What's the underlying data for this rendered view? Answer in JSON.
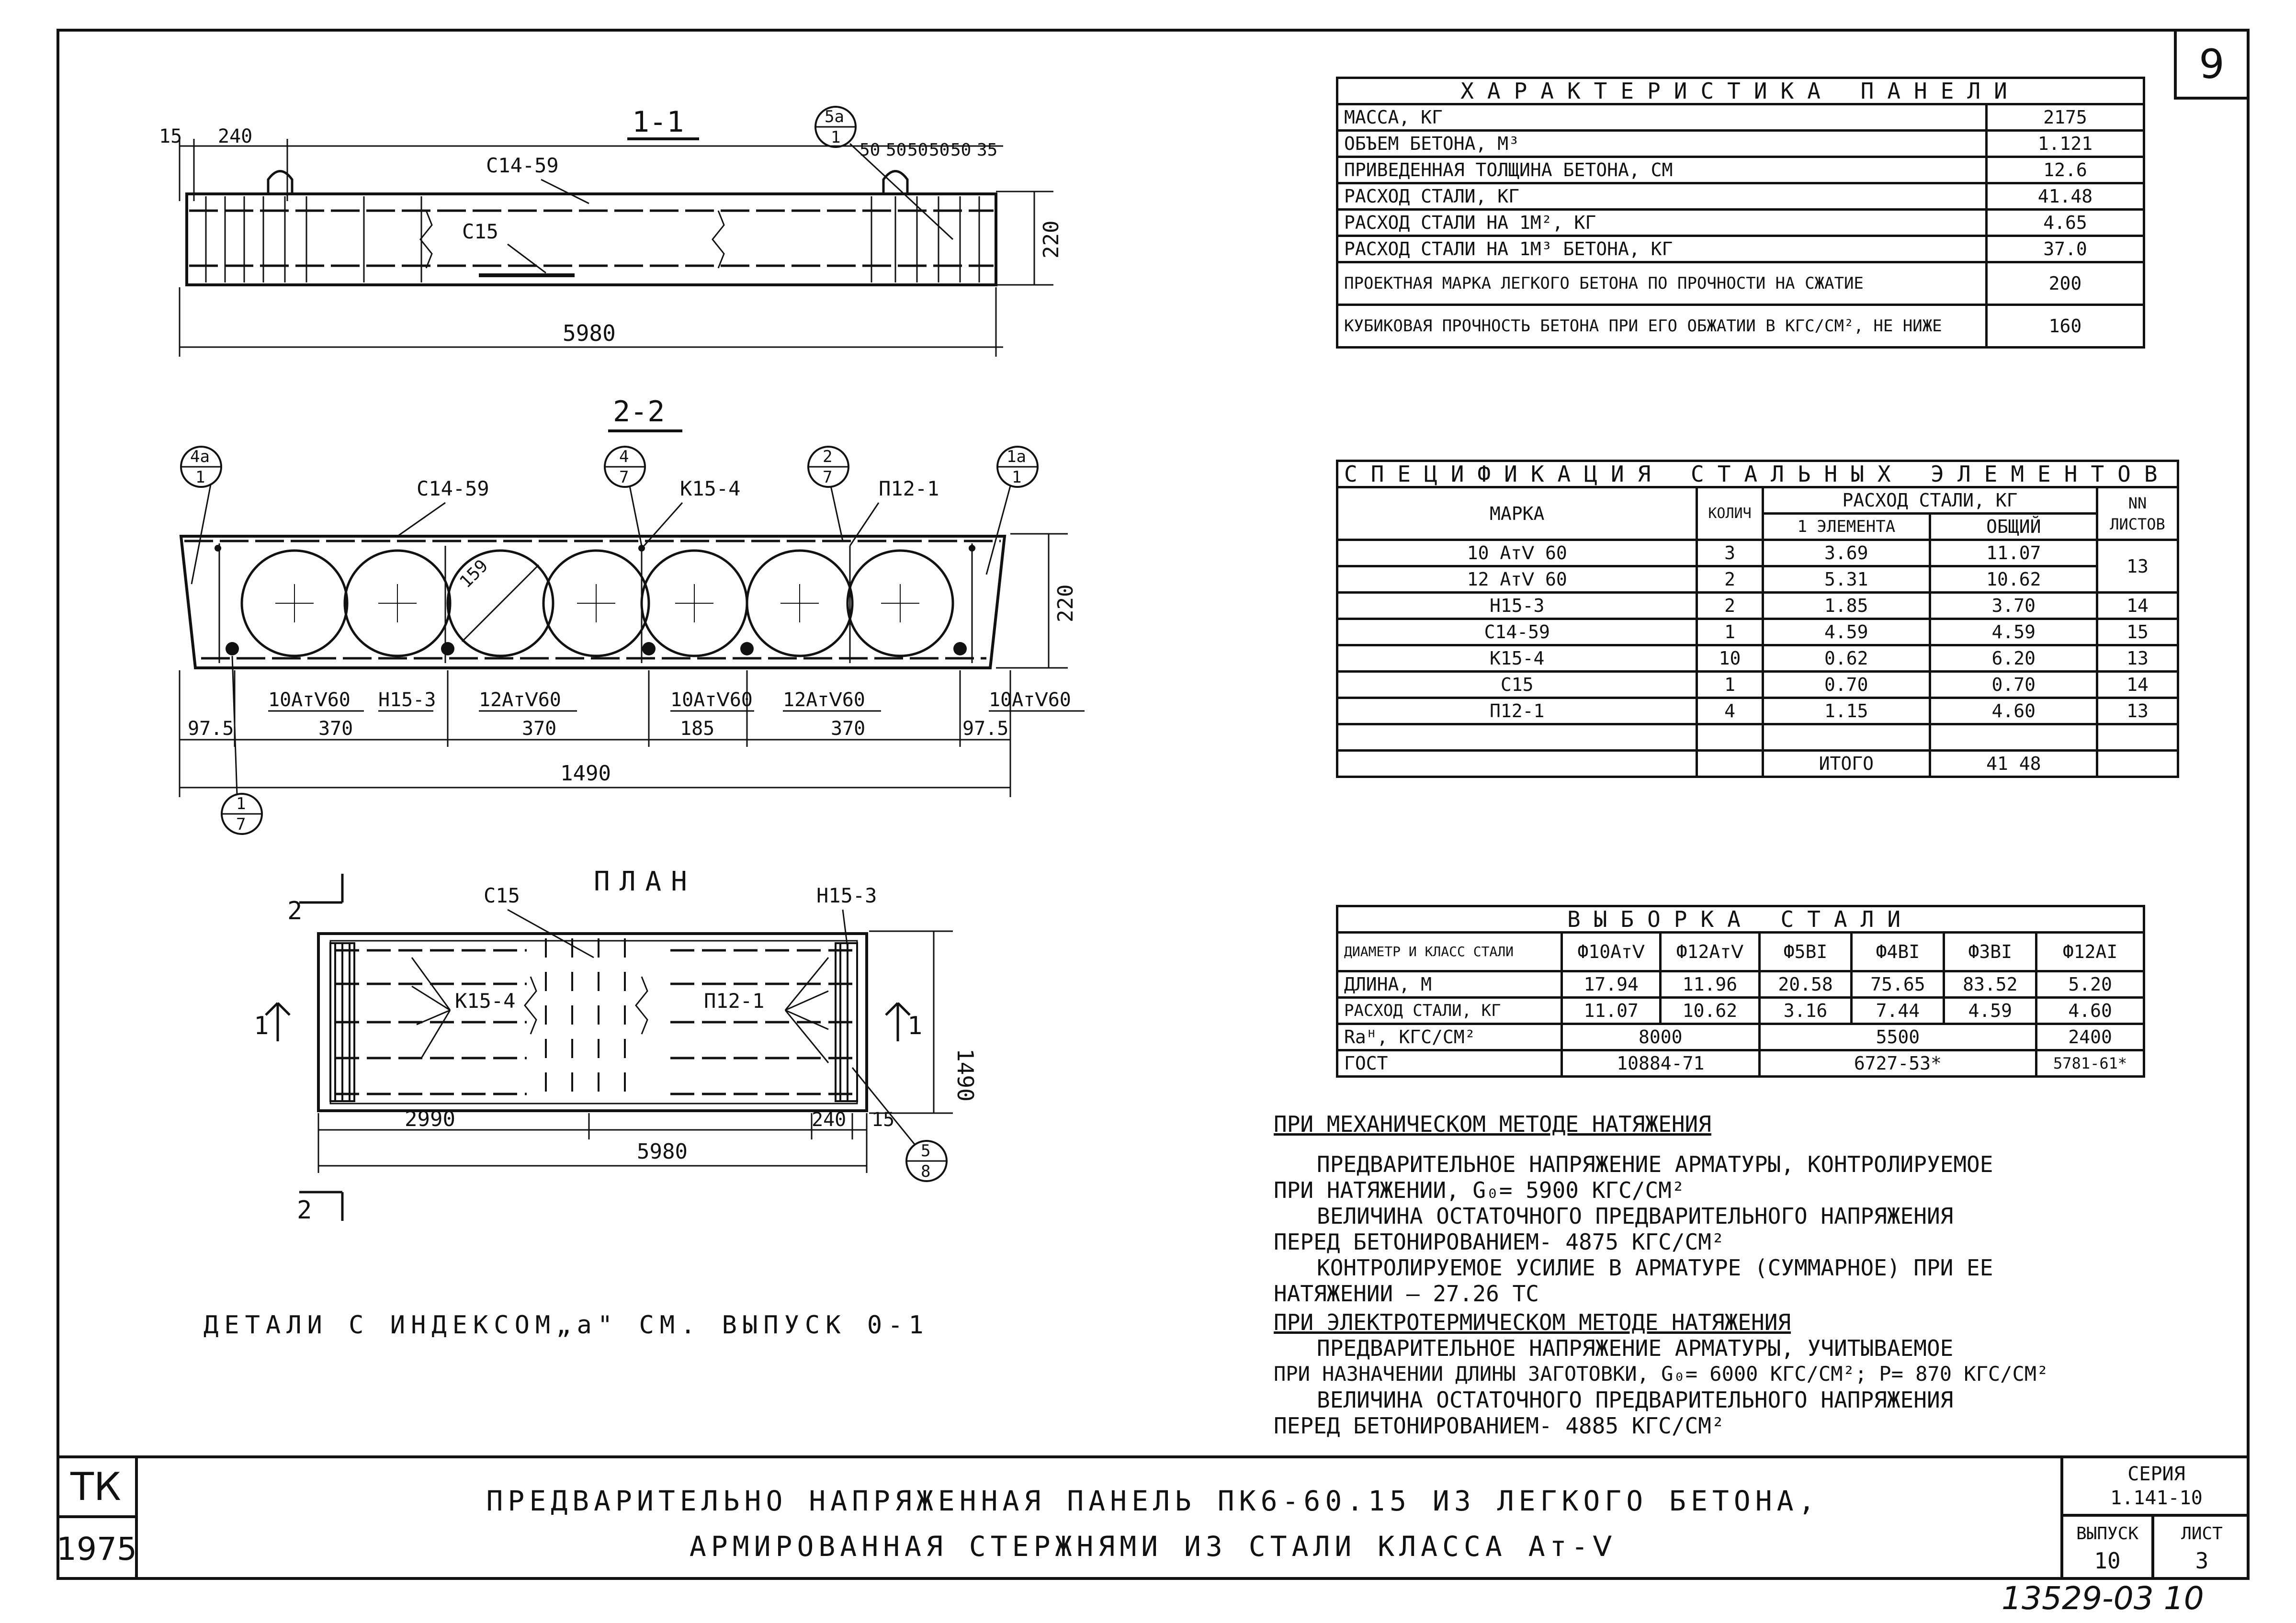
{
  "sheet_number": "9",
  "sections": {
    "s11": {
      "title": "1-1",
      "dims_top": [
        "15",
        "240",
        "50",
        "50",
        "50",
        "50",
        "50",
        "35"
      ],
      "bubble": [
        "5a",
        "1"
      ],
      "labels": [
        "С14-59",
        "С15"
      ],
      "height": "220",
      "length": "5980"
    },
    "s22": {
      "title": "2-2",
      "bubbles": [
        [
          "4a",
          "1"
        ],
        [
          "4",
          "7"
        ],
        [
          "2",
          "7"
        ],
        [
          "1a",
          "1"
        ],
        [
          "1",
          "7"
        ]
      ],
      "labels": [
        "С14-59",
        "К15-4",
        "П12-1"
      ],
      "diameter": "159",
      "height": "220",
      "bottom_labels": [
        "10АтⅤ60",
        "Н15-3",
        "12АтⅤ60",
        "10АтⅤ60",
        "12АтⅤ60",
        "10АтⅤ60"
      ],
      "dims": [
        "97.5",
        "370",
        "370",
        "185",
        "370",
        "97.5"
      ],
      "total": "1490"
    },
    "plan": {
      "title": "ПЛАН",
      "labels": [
        "С15",
        "Н15-3",
        "К15-4",
        "П12-1"
      ],
      "cut": [
        "2",
        "2",
        "1",
        "1"
      ],
      "dims": [
        "2990",
        "5980",
        "240",
        "15"
      ],
      "width": "1490",
      "bubble": [
        "5",
        "8"
      ]
    }
  },
  "detail_note": "ДЕТАЛИ С ИНДЕКСОМ„а\" СМ. ВЫПУСК 0-1",
  "characteristics": {
    "title": "ХАРАКТЕРИСТИКА ПАНЕЛИ",
    "rows": [
      [
        "МАССА, КГ",
        "2175"
      ],
      [
        "ОБЪЕМ БЕТОНА, М³",
        "1.121"
      ],
      [
        "ПРИВЕДЕННАЯ ТОЛЩИНА БЕТОНА, СМ",
        "12.6"
      ],
      [
        "РАСХОД СТАЛИ, КГ",
        "41.48"
      ],
      [
        "РАСХОД СТАЛИ НА 1М², КГ",
        "4.65"
      ],
      [
        "РАСХОД СТАЛИ НА 1М³ БЕТОНА, КГ",
        "37.0"
      ],
      [
        "ПРОЕКТНАЯ МАРКА ЛЕГКОГО БЕТОНА ПО ПРОЧНОСТИ НА СЖАТИЕ",
        "200"
      ],
      [
        "КУБИКОВАЯ ПРОЧНОСТЬ БЕТОНА ПРИ ЕГО ОБЖАТИИ В КГС/СМ², НЕ НИЖЕ",
        "160"
      ]
    ]
  },
  "specification": {
    "title": "СПЕЦИФИКАЦИЯ СТАЛЬНЫХ ЭЛЕМЕНТОВ",
    "head": {
      "mark": "МАРКА",
      "qty": "КОЛИЧ",
      "consumption": "РАСХОД СТАЛИ, КГ",
      "one": "1 ЭЛЕМЕНТА",
      "total": "ОБЩИЙ",
      "sheets": "NN ЛИСТОВ"
    },
    "rows": [
      [
        "10 АтⅤ 60",
        "3",
        "3.69",
        "11.07"
      ],
      [
        "12 АтⅤ 60",
        "2",
        "5.31",
        "10.62"
      ],
      [
        "Н15-3",
        "2",
        "1.85",
        "3.70"
      ],
      [
        "С14-59",
        "1",
        "4.59",
        "4.59"
      ],
      [
        "К15-4",
        "10",
        "0.62",
        "6.20"
      ],
      [
        "С15",
        "1",
        "0.70",
        "0.70"
      ],
      [
        "П12-1",
        "4",
        "1.15",
        "4.60"
      ]
    ],
    "sheets": [
      "13",
      "14",
      "15",
      "13",
      "14",
      "13"
    ],
    "total_label": "ИТОГО",
    "total_value": "41 48"
  },
  "steel": {
    "title": "ВЫБОРКА СТАЛИ",
    "head": [
      "ДИАМЕТР И КЛАСС СТАЛИ",
      "Ф10АтⅤ",
      "Ф12АтⅤ",
      "Ф5ВI",
      "Ф4ВI",
      "Ф3ВI",
      "Ф12АI"
    ],
    "length": [
      "ДЛИНА, М",
      "17.94",
      "11.96",
      "20.58",
      "75.65",
      "83.52",
      "5.20"
    ],
    "mass": [
      "РАСХОД СТАЛИ, КГ",
      "11.07",
      "10.62",
      "3.16",
      "7.44",
      "4.59",
      "4.60"
    ],
    "ra": [
      "Rаᴴ, КГС/СМ²",
      "8000",
      "5500",
      "2400"
    ],
    "gost": [
      "ГОСТ",
      "10884-71",
      "6727-53*",
      "5781-61*"
    ]
  },
  "notes": {
    "h1": "ПРИ МЕХАНИЧЕСКОМ МЕТОДЕ НАТЯЖЕНИЯ",
    "l1": "ПРЕДВАРИТЕЛЬНОЕ НАПРЯЖЕНИЕ АРМАТУРЫ, КОНТРОЛИРУЕМОЕ",
    "l2": "ПРИ НАТЯЖЕНИИ, G₀= 5900 КГС/СМ²",
    "l3": "ВЕЛИЧИНА ОСТАТОЧНОГО ПРЕДВАРИТЕЛЬНОГО НАПРЯЖЕНИЯ",
    "l4": "ПЕРЕД БЕТОНИРОВАНИЕМ- 4875 КГС/СМ²",
    "l5": "КОНТРОЛИРУЕМОЕ УСИЛИЕ В АРМАТУРЕ (СУММАРНОЕ) ПРИ ЕЕ",
    "l6": "НАТЯЖЕНИИ — 27.26 ТС",
    "h2": "ПРИ ЭЛЕКТРОТЕРМИЧЕСКОМ МЕТОДЕ НАТЯЖЕНИЯ",
    "l7": "ПРЕДВАРИТЕЛЬНОЕ НАПРЯЖЕНИЕ АРМАТУРЫ, УЧИТЫВАЕМОЕ",
    "l8": "ПРИ НАЗНАЧЕНИИ ДЛИНЫ ЗАГОТОВКИ, G₀= 6000 КГС/СМ²; Р= 870 КГС/СМ²",
    "l9": "ВЕЛИЧИНА ОСТАТОЧНОГО ПРЕДВАРИТЕЛЬНОГО НАПРЯЖЕНИЯ",
    "l10": "ПЕРЕД БЕТОНИРОВАНИЕМ- 4885 КГС/СМ²"
  },
  "titleblock": {
    "org": "ТК",
    "year": "1975",
    "title1": "ПРЕДВАРИТЕЛЬНО НАПРЯЖЕННАЯ ПАНЕЛЬ ПК6-60.15 ИЗ ЛЕГКОГО БЕТОНА,",
    "title2": "АРМИРОВАННАЯ СТЕРЖНЯМИ ИЗ СТАЛИ КЛАССА Ат-Ⅴ",
    "series_label": "СЕРИЯ",
    "series": "1.141-10",
    "issue_label": "ВЫПУСК",
    "issue": "10",
    "sheet_label": "ЛИСТ",
    "sheet": "3"
  },
  "archive_number": "13529-03 10"
}
